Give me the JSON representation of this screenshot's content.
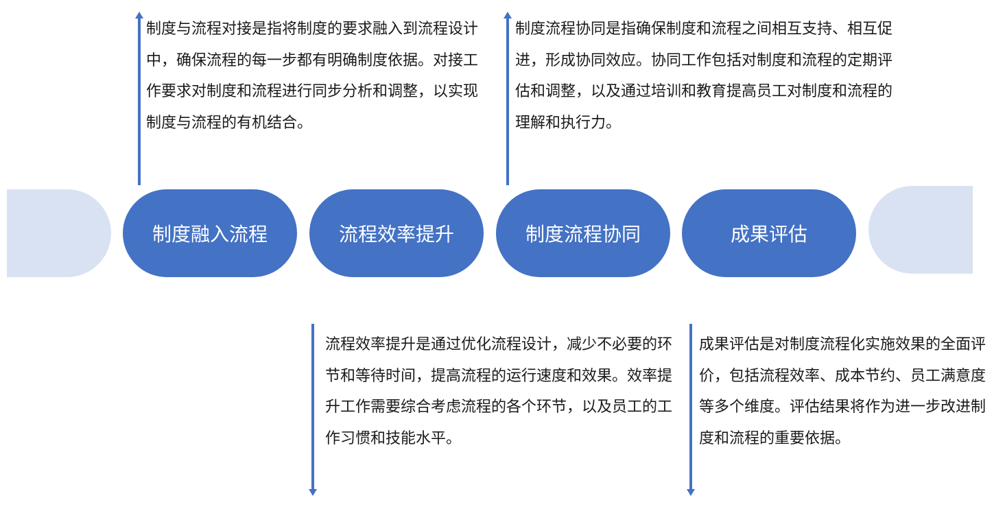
{
  "stages": [
    {
      "label": "制度融入流程",
      "description": "制度与流程对接是指将制度的要求融入到流程设计中，确保流程的每一步都有明确制度依据。对接工作要求对制度和流程进行同步分析和调整，以实现制度与流程的有机结合。"
    },
    {
      "label": "流程效率提升",
      "description": "流程效率提升是通过优化流程设计，减少不必要的环节和等待时间，提高流程的运行速度和效果。效率提升工作需要综合考虑流程的各个环节，以及员工的工作习惯和技能水平。"
    },
    {
      "label": "制度流程协同",
      "description": "制度流程协同是指确保制度和流程之间相互支持、相互促进，形成协同效应。协同工作包括对制度和流程的定期评估和调整，以及通过培训和教育提高员工对制度和流程的理解和执行力。"
    },
    {
      "label": "成果评估",
      "description": "成果评估是对制度流程化实施效果的全面评价，包括流程效率、成本节约、员工满意度等多个维度。评估结果将作为进一步改进制度和流程的重要依据。"
    }
  ],
  "colors": {
    "primary": "#4472c4",
    "faded": "#d9e2f2",
    "text": "#1a1a1a"
  }
}
